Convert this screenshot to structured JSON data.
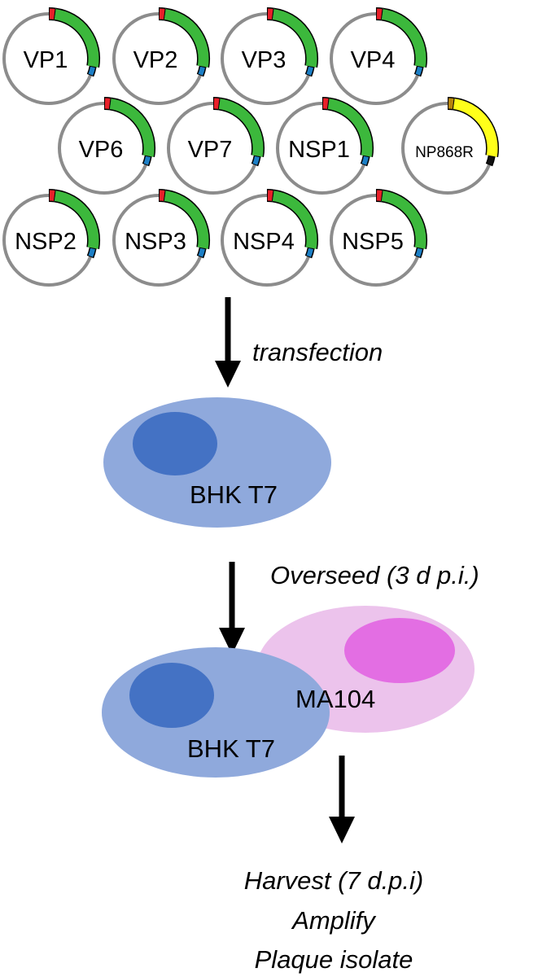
{
  "plasmids": [
    {
      "label": "VP1",
      "insert": "gene"
    },
    {
      "label": "VP2",
      "insert": "gene"
    },
    {
      "label": "VP3",
      "insert": "gene"
    },
    {
      "label": "VP4",
      "insert": "gene"
    },
    {
      "label": "VP6",
      "insert": "gene"
    },
    {
      "label": "VP7",
      "insert": "gene"
    },
    {
      "label": "NSP1",
      "insert": "gene"
    },
    {
      "label": "NP868R",
      "insert": "helper"
    },
    {
      "label": "NSP2",
      "insert": "gene"
    },
    {
      "label": "NSP3",
      "insert": "gene"
    },
    {
      "label": "NSP4",
      "insert": "gene"
    },
    {
      "label": "NSP5",
      "insert": "gene"
    }
  ],
  "steps": {
    "transfection": "transfection",
    "overseed": "Overseed (3 d p.i.)",
    "harvest": [
      "Harvest (7 d.p.i)",
      "Amplify",
      "Plaque isolate"
    ]
  },
  "cells": {
    "bhk1": "BHK T7",
    "ma104": "MA104",
    "bhk2": "BHK T7"
  },
  "colors": {
    "ring": "#8c8c8c",
    "gene_arc": "#3cb83c",
    "promoter": "#e8202a",
    "terminator": "#1c7fc6",
    "helper_arc": "#ffff1a",
    "helper_promoter": "#b8860b",
    "helper_end": "#111111",
    "bhk_cell": "#8fa9dc",
    "bhk_nucleus": "#4472c4",
    "ma104_cell": "#ecc3ec",
    "ma104_nucleus": "#e36ee3",
    "arrow": "#000000"
  }
}
